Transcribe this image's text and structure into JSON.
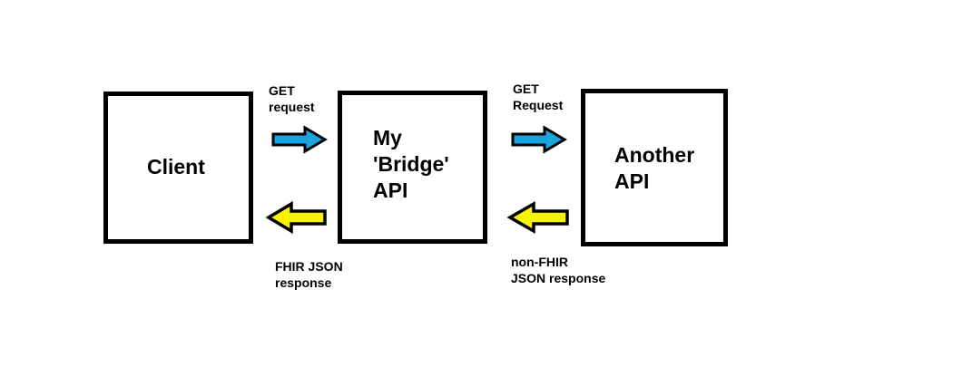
{
  "nodes": {
    "client": {
      "label": "Client"
    },
    "bridge": {
      "label": "My\n'Bridge'\nAPI"
    },
    "another": {
      "label": "Another\nAPI"
    }
  },
  "edges": {
    "client_get": {
      "label": "GET\nrequest",
      "color": "#1aa3dc",
      "direction": "right"
    },
    "bridge_get": {
      "label": "GET\nRequest",
      "color": "#1aa3dc",
      "direction": "right"
    },
    "fhir_response": {
      "label": "FHIR JSON\nresponse",
      "color": "#f7f400",
      "direction": "left"
    },
    "non_fhir_response": {
      "label": "non-FHIR\nJSON response",
      "color": "#f7f400",
      "direction": "left"
    }
  },
  "colors": {
    "stroke": "#000000",
    "request": "#1aa3dc",
    "response": "#f7f400"
  }
}
